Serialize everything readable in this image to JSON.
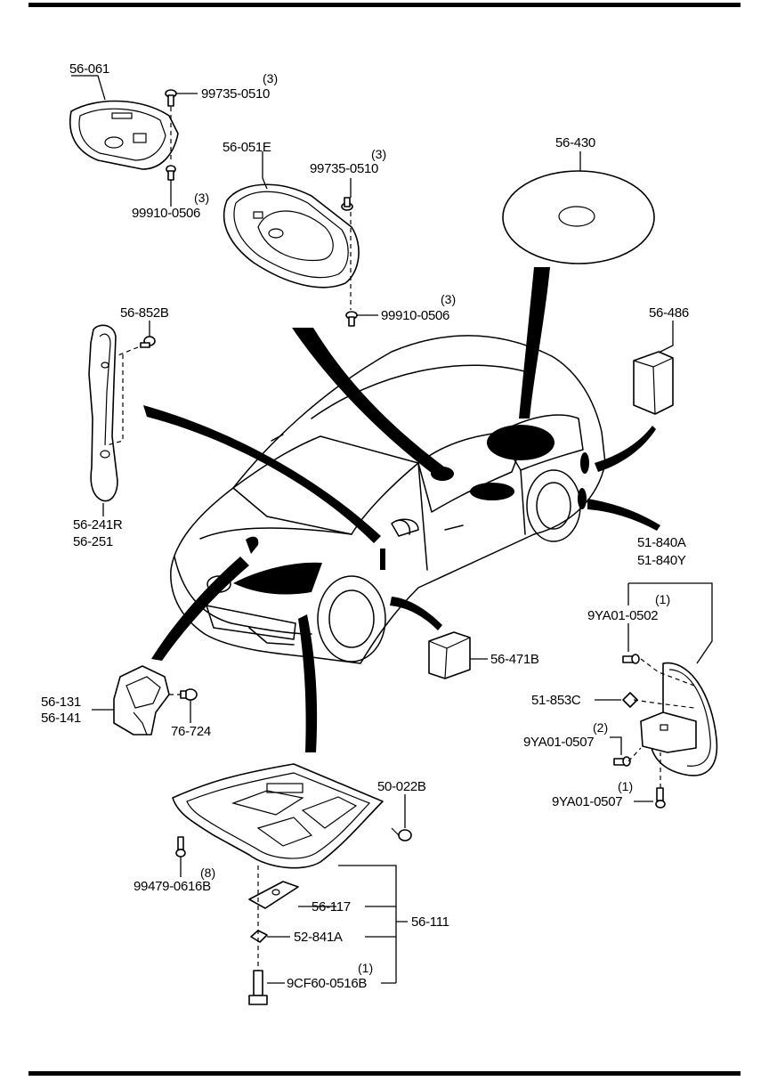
{
  "parts": {
    "p56_061": "56-061",
    "p99735_0510_a": "99735-0510",
    "q3_a": "(3)",
    "p99910_0506_a": "99910-0506",
    "q3_b": "(3)",
    "p56_051e": "56-051E",
    "p99735_0510_b": "99735-0510",
    "q3_c": "(3)",
    "p99910_0506_b": "99910-0506",
    "q3_d": "(3)",
    "p56_430": "56-430",
    "p56_486": "56-486",
    "p56_852b": "56-852B",
    "p56_241r": "56-241R",
    "p56_251": "56-251",
    "p51_840a": "51-840A",
    "p51_840y": "51-840Y",
    "q1_a": "(1)",
    "p9ya01_0502": "9YA01-0502",
    "p51_853c": "51-853C",
    "q2_a": "(2)",
    "p9ya01_0507_a": "9YA01-0507",
    "q1_b": "(1)",
    "p9ya01_0507_b": "9YA01-0507",
    "p56_471b": "56-471B",
    "p56_131": "56-131",
    "p56_141": "56-141",
    "p76_724": "76-724",
    "p50_022b": "50-022B",
    "p99479_0616b": "99479-0616B",
    "q8_a": "(8)",
    "p56_117": "56-117",
    "p56_111": "56-111",
    "p52_841a": "52-841A",
    "q1_c": "(1)",
    "p9cf60_0516b": "9CF60-0516B"
  }
}
